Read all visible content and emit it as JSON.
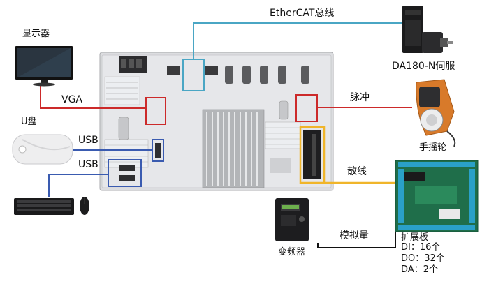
{
  "labels": {
    "ethercat_bus": "EtherCAT总线",
    "servo": "DA180-N伺服",
    "display": "显示器",
    "vga": "VGA",
    "udisk": "U盘",
    "usb_1": "USB",
    "usb_2": "USB",
    "pulse": "脉冲",
    "handwheel": "手摇轮",
    "loose_wire": "散线",
    "analog": "模拟量",
    "inverter": "变频器",
    "expansion_board": "扩展板"
  },
  "expansion_spec": [
    {
      "name": "DI",
      "sep": "：",
      "value": "16个"
    },
    {
      "name": "DO",
      "sep": "：",
      "value": "32个"
    },
    {
      "name": "DA",
      "sep": "：",
      "value": "2个"
    }
  ],
  "colors": {
    "ethercat": "#4aa6c4",
    "vga": "#cc2a2a",
    "pulse": "#cc2a2a",
    "usb": "#3a5bb0",
    "loose_wire": "#f0b52a",
    "analog": "#111111"
  }
}
